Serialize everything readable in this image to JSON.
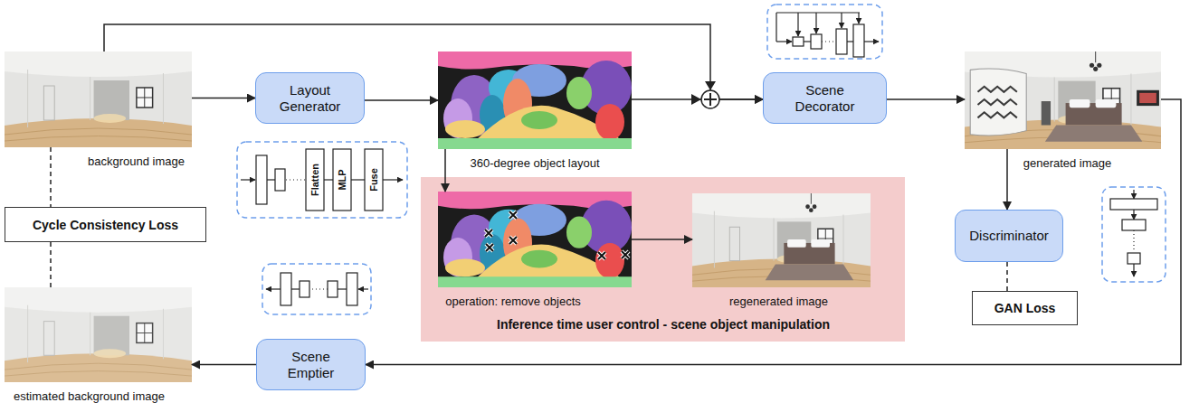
{
  "diagram": {
    "nodes": [
      {
        "text": [
          "background image"
        ]
      },
      {
        "text": [
          "Layout Generator"
        ]
      },
      {
        "text": [
          "360-degree object layout"
        ]
      },
      {
        "text": [
          "Scene Decorator"
        ]
      },
      {
        "text": [
          "generated image"
        ]
      },
      {
        "text": [
          "Cycle Consistency Loss"
        ]
      },
      {
        "text": [
          "Discriminator"
        ]
      },
      {
        "text": [
          "GAN Loss"
        ]
      },
      {
        "text": [
          "Inference time user control - scene object manipulation"
        ]
      },
      {
        "text": [
          "operation: remove objects"
        ],
        "in": 8
      },
      {
        "text": [
          "regenerated image"
        ],
        "in": 8
      },
      {
        "text": [
          "Scene Emptier"
        ]
      },
      {
        "text": [
          "estimated background image"
        ]
      }
    ],
    "edges": [
      {
        "from": 0,
        "to": 1,
        "arrow": "to"
      },
      {
        "from": 1,
        "to": 2,
        "arrow": "to"
      },
      {
        "from": 0,
        "to": 3,
        "arrow": "to"
      },
      {
        "from": 2,
        "to": 3,
        "arrow": "to"
      },
      {
        "from": 3,
        "to": 4,
        "arrow": "to"
      },
      {
        "from": 4,
        "to": 6,
        "arrow": "to"
      },
      {
        "from": 4,
        "to": 11,
        "arrow": "to"
      },
      {
        "from": 11,
        "to": 12,
        "arrow": "to"
      },
      {
        "from": 2,
        "to": 9,
        "arrow": "to"
      },
      {
        "from": 9,
        "to": 10,
        "arrow": "to"
      },
      {
        "from": 0,
        "to": 5,
        "arrow": "none"
      },
      {
        "from": 5,
        "to": 12,
        "arrow": "none"
      },
      {
        "from": 6,
        "to": 7,
        "arrow": "none"
      }
    ],
    "labels": [
      "Flatten",
      "MLP",
      "Fuse"
    ]
  }
}
